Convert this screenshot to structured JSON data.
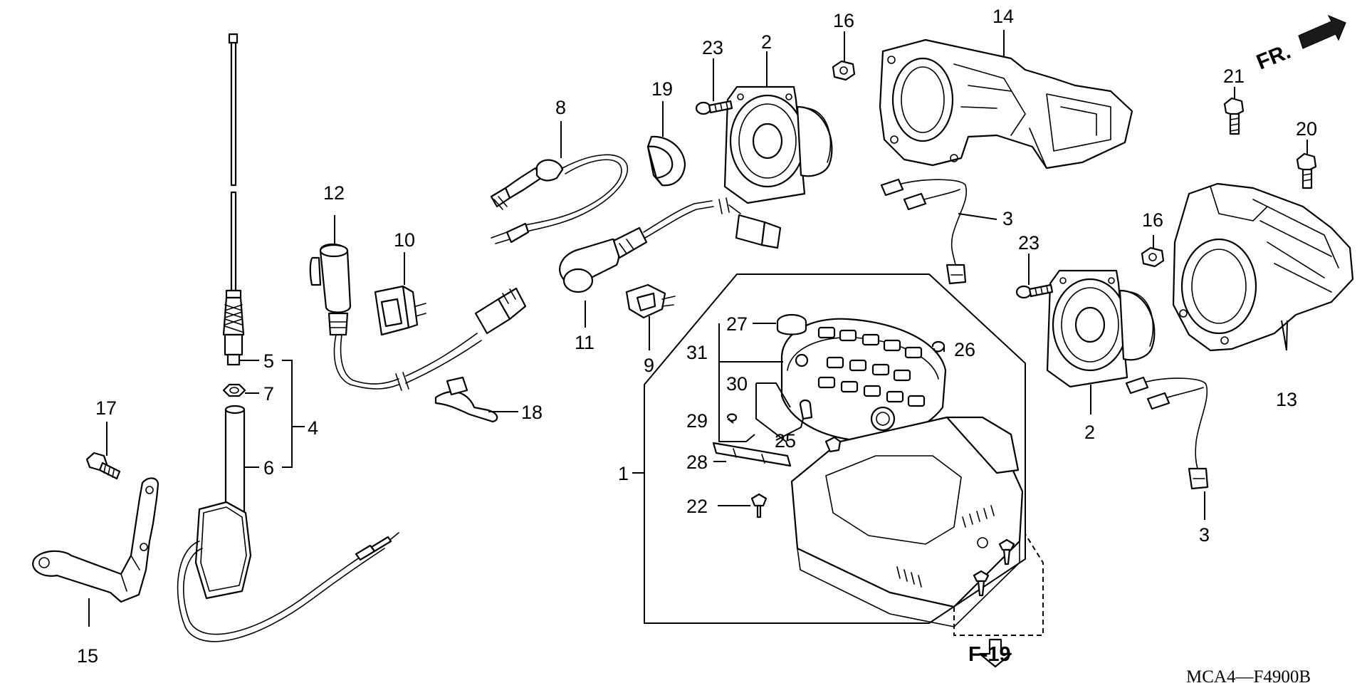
{
  "diagram": {
    "part_labels": [
      "1",
      "2",
      "2",
      "3",
      "3",
      "4",
      "5",
      "6",
      "7",
      "8",
      "9",
      "10",
      "11",
      "12",
      "13",
      "14",
      "15",
      "16",
      "16",
      "17",
      "18",
      "19",
      "20",
      "21",
      "22",
      "23",
      "23",
      "25",
      "26",
      "27",
      "28",
      "29",
      "30",
      "31"
    ],
    "reference": "F-19",
    "direction_marker": "FR.",
    "diagram_code": "MCA4—F4900B"
  }
}
